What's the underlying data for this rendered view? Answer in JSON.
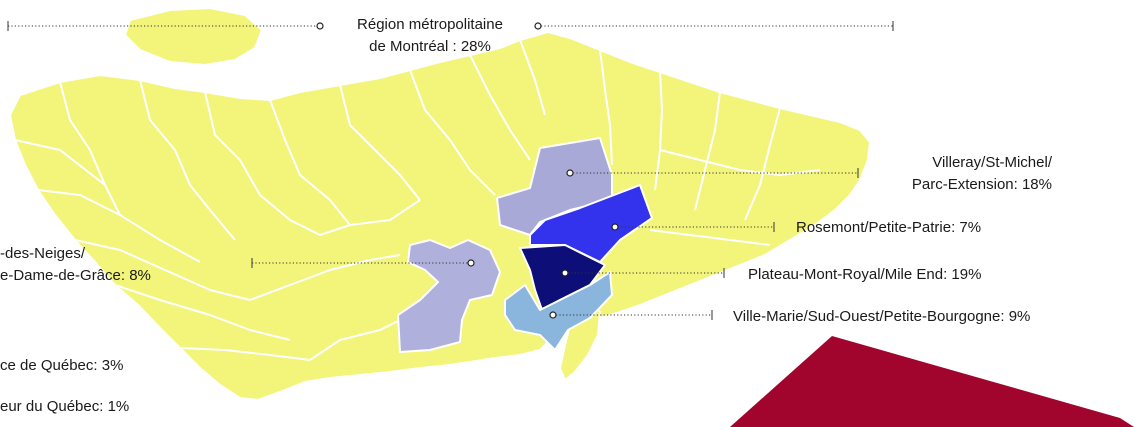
{
  "colors": {
    "island": "#f3f47a",
    "villeray": "#a9a9d8",
    "rosemont": "#3333ee",
    "plateau": "#0e0e78",
    "ville_marie": "#8ab6de",
    "cdn_ndg": "#b0b0dc",
    "accent_banner": "#a1052e"
  },
  "labels": {
    "metro_line1": "Région métropolitaine",
    "metro_line2": "de Montréal : 28%",
    "villeray_line1": "Villeray/St-Michel/",
    "villeray_line2": "Parc-Extension: 18%",
    "rosemont": "Rosemont/Petite-Patrie: 7%",
    "plateau": "Plateau-Mont-Royal/Mile End: 19%",
    "ville_marie": "Ville-Marie/Sud-Ouest/Petite-Bourgogne: 9%",
    "cdn_line1": "-des-Neiges/",
    "cdn_line2": "e-Dame-de-Grâce: 8%",
    "province": "ce de Québec: 3%",
    "outside": "eur du Québec: 1%"
  }
}
